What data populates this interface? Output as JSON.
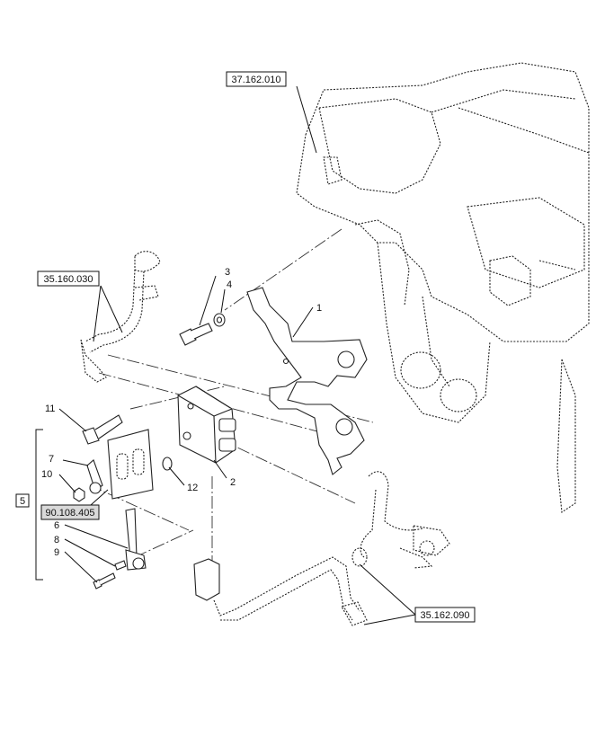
{
  "references": [
    {
      "id": "ref-37-162-010",
      "text": "37.162.010",
      "shaded": false
    },
    {
      "id": "ref-35-160-030",
      "text": "35.160.030",
      "shaded": false
    },
    {
      "id": "ref-90-108-405",
      "text": "90.108.405",
      "shaded": true
    },
    {
      "id": "ref-35-162-090",
      "text": "35.162.090",
      "shaded": false
    }
  ],
  "parts": [
    {
      "id": "p1",
      "text": "1"
    },
    {
      "id": "p2",
      "text": "2"
    },
    {
      "id": "p3",
      "text": "3"
    },
    {
      "id": "p4",
      "text": "4"
    },
    {
      "id": "p5",
      "text": "5"
    },
    {
      "id": "p6",
      "text": "6"
    },
    {
      "id": "p7",
      "text": "7"
    },
    {
      "id": "p8",
      "text": "8"
    },
    {
      "id": "p9",
      "text": "9"
    },
    {
      "id": "p10",
      "text": "10"
    },
    {
      "id": "p11",
      "text": "11"
    },
    {
      "id": "p12",
      "text": "12"
    }
  ]
}
